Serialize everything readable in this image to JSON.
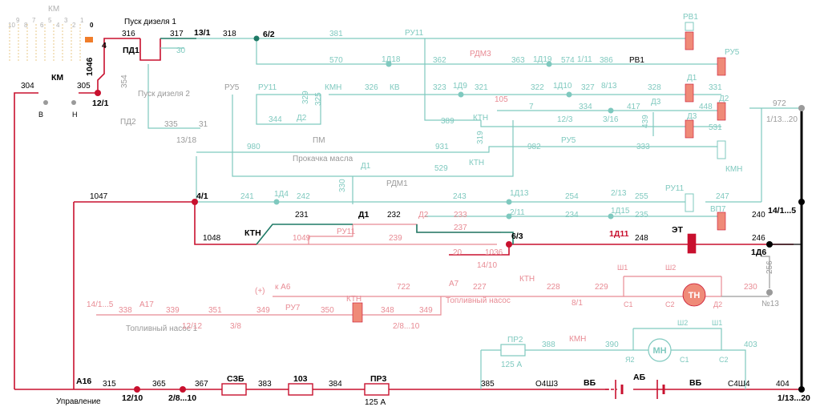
{
  "colors": {
    "red": "#c8102e",
    "pink": "#e88b94",
    "teal": "#7fc9bf",
    "teal_dark": "#1f7a66",
    "gray": "#9a9a9a",
    "relay_fill": "#ef8a78",
    "black": "#000000"
  },
  "km_selector": {
    "title": "КМ",
    "positions": [
      "10",
      "9",
      "8",
      "7",
      "6",
      "5",
      "4",
      "3",
      "2",
      "1",
      "0"
    ]
  },
  "labels": {
    "pusk_dizelya_1": "Пуск дизеля 1",
    "pusk_dizelya_2": "Пуск дизеля 2",
    "pd1": "ПД1",
    "pd2": "ПД2",
    "km": "КМ",
    "v": "В",
    "n": "Н",
    "prokachka": "Прокачка масла",
    "pm": "ПМ",
    "toplivny_nasos": "Топливный насос",
    "toplivny_nasos_1": "Топливный насос 1",
    "k_a6": "к А6",
    "plus": "(+)",
    "upravlenie": "Управление",
    "a16": "А16",
    "a17": "А17",
    "a7": "А7",
    "sz_b": "СЗБ",
    "f103": "103",
    "pr3": "ПР3",
    "pr3_rating": "125 А",
    "pr2": "ПР2",
    "pr2_rating": "125 А",
    "ab": "АБ",
    "vb_left": "ВБ",
    "vb_right": "ВБ",
    "o4sh3": "О4Ш3",
    "s4sh4": "С4Ш4",
    "tn": "ТН",
    "mn": "МН",
    "et": "ЭТ",
    "kmn_coil": "КМН",
    "ktn_coil": "КТН",
    "sh1_tn": "Ш1",
    "sh2_tn": "Ш2",
    "c1_tn": "С1",
    "c2_tn": "С2",
    "d2_tn": "Д2",
    "sh1_mn": "Ш1",
    "sh2_mn": "Ш2",
    "c1_mn": "С1",
    "c2_mn": "С2",
    "ya2_mn": "Я2"
  },
  "components": {
    "rv1_top": "РВ1",
    "ru11_a": "РУ11",
    "rdm3": "РДМ3",
    "rv1_contact": "РВ1",
    "ru5_coil": "РУ5",
    "id18": "1Д18",
    "id19": "1Д19",
    "i11": "1/11",
    "ru5_c": "РУ5",
    "ru11_b": "РУ11",
    "kmn_c": "КМН",
    "kv": "КВ",
    "id9": "1Д9",
    "id10": "1Д10",
    "c813": "8/13",
    "d1_coil": "Д1",
    "d2_coil": "Д2",
    "d3_coil": "Д3",
    "d3_c": "Д3",
    "d2_c": "Д2",
    "ktn_a": "КТН",
    "ktn_b": "КТН",
    "ru5_d": "РУ5",
    "d1_c": "Д1",
    "rdm1": "РДМ1",
    "id13": "1Д13",
    "c213": "2/13",
    "ru11_coil": "РУ11",
    "d1_b": "Д1",
    "d2_b": "Д2",
    "c211": "2/11",
    "id15": "1Д15",
    "vp7": "ВП7",
    "ktn_c": "КТН",
    "ru11_c": "РУ11",
    "id11": "1Д11",
    "ktn_d": "КТН",
    "ru7": "РУ7",
    "kmn_d": "КМН",
    "id14": "1Д4",
    "id6": "1Д6"
  },
  "wires": {
    "w4": "4",
    "w1046": "1046",
    "w304": "304",
    "w305": "305",
    "w316": "316",
    "w317": "317",
    "w318": "318",
    "w30": "30",
    "w381": "381",
    "w570": "570",
    "w362": "362",
    "w363": "363",
    "w574": "574",
    "w386": "386",
    "w354": "354",
    "w335": "335",
    "w31": "31",
    "w326": "326",
    "w323": "323",
    "w321": "321",
    "w105": "105",
    "w322": "322",
    "w327": "327",
    "w328": "328",
    "w331": "331",
    "w329": "329",
    "w325": "325",
    "w344": "344",
    "w7": "7",
    "w334": "334",
    "w417": "417",
    "w448": "448",
    "w439": "439",
    "w389": "389",
    "w319": "319",
    "w531": "531",
    "w972": "972",
    "w980": "980",
    "w931": "931",
    "w982": "982",
    "w333": "333",
    "w529": "529",
    "w330": "330",
    "w241": "241",
    "w242": "242",
    "w243": "243",
    "w254": "254",
    "w255": "255",
    "w247": "247",
    "w1047": "1047",
    "w231": "231",
    "w232": "232",
    "w233": "233",
    "w234": "234",
    "w235": "235",
    "w237": "237",
    "w240": "240",
    "w1048": "1048",
    "w1049": "1049",
    "w239": "239",
    "w248": "248",
    "w246": "246",
    "w20": "20",
    "w1036": "1036",
    "w256": "256",
    "w722": "722",
    "w227": "227",
    "w228": "228",
    "w229": "229",
    "w230": "230",
    "w338": "338",
    "w339": "339",
    "w351": "351",
    "w349a": "349",
    "w350": "350",
    "w348": "348",
    "w349b": "349",
    "w388": "388",
    "w390": "390",
    "w403": "403",
    "w315": "315",
    "w365": "365",
    "w367": "367",
    "w383": "383",
    "w384": "384",
    "w385": "385",
    "w404": "404"
  },
  "terminals": {
    "t121": "12/1",
    "t131": "13/1",
    "t62": "6/2",
    "t1318": "13/18",
    "t123": "12/3",
    "t316": "3/16",
    "t1413_20": "1/13...20",
    "t41": "4/1",
    "t141_5": "14/1...5",
    "t63": "6/3",
    "t1410": "14/10",
    "t81": "8/1",
    "t13": "№13",
    "t141_5b": "14/1...5",
    "t1212": "12/12",
    "t38": "3/8",
    "t28_10": "2/8...10",
    "t1210": "12/10",
    "t28_10b": "2/8...10",
    "t113_20b": "1/13...20"
  }
}
